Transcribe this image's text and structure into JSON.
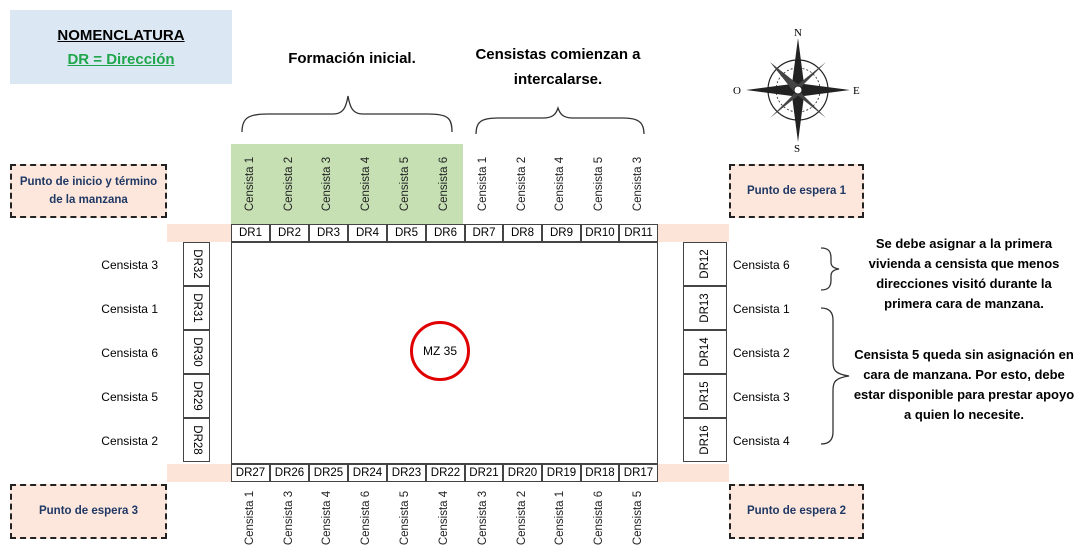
{
  "legend": {
    "title": "NOMENCLATURA",
    "subtitle": "DR = Dirección"
  },
  "headings": {
    "initial": "Formación inicial.",
    "interleave": "Censistas comienzan a intercalarse."
  },
  "corners": {
    "start": "Punto de inicio y término de la manzana",
    "wait1": "Punto de espera 1",
    "wait2": "Punto de espera 2",
    "wait3": "Punto de espera 3"
  },
  "block_label": "MZ 35",
  "top_dirs": [
    "DR1",
    "DR2",
    "DR3",
    "DR4",
    "DR5",
    "DR6",
    "DR7",
    "DR8",
    "DR9",
    "DR10",
    "DR11"
  ],
  "top_censistas": [
    "Censista 1",
    "Censista 2",
    "Censista 3",
    "Censista 4",
    "Censista 5",
    "Censista 6",
    "Censista 1",
    "Censista 2",
    "Censista 4",
    "Censista 5",
    "Censista 3"
  ],
  "bottom_dirs": [
    "DR27",
    "DR26",
    "DR25",
    "DR24",
    "DR23",
    "DR22",
    "DR21",
    "DR20",
    "DR19",
    "DR18",
    "DR17"
  ],
  "bottom_censistas": [
    "Censista 1",
    "Censista 3",
    "Censista 4",
    "Censista 6",
    "Censista 5",
    "Censista 4",
    "Censista 3",
    "Censista 2",
    "Censista 1",
    "Censista 6",
    "Censista 5"
  ],
  "left_dirs": [
    "DR32",
    "DR31",
    "DR30",
    "DR29",
    "DR28"
  ],
  "left_censistas": [
    "Censista 3",
    "Censista 1",
    "Censista 6",
    "Censista 5",
    "Censista 2"
  ],
  "right_dirs": [
    "DR12",
    "DR13",
    "DR14",
    "DR15",
    "DR16"
  ],
  "right_censistas": [
    "Censista 6",
    "Censista 1",
    "Censista 2",
    "Censista 3",
    "Censista 4"
  ],
  "notes": {
    "first": "Se debe asignar a la primera vivienda a censista que menos direcciones visitó durante la primera cara de manzana.",
    "second": "Censista 5 queda sin asignación en cara de manzana. Por esto, debe estar disponible para prestar apoyo a quien lo necesite."
  },
  "compass": {
    "n": "N",
    "s": "S",
    "e": "E",
    "o": "O"
  }
}
